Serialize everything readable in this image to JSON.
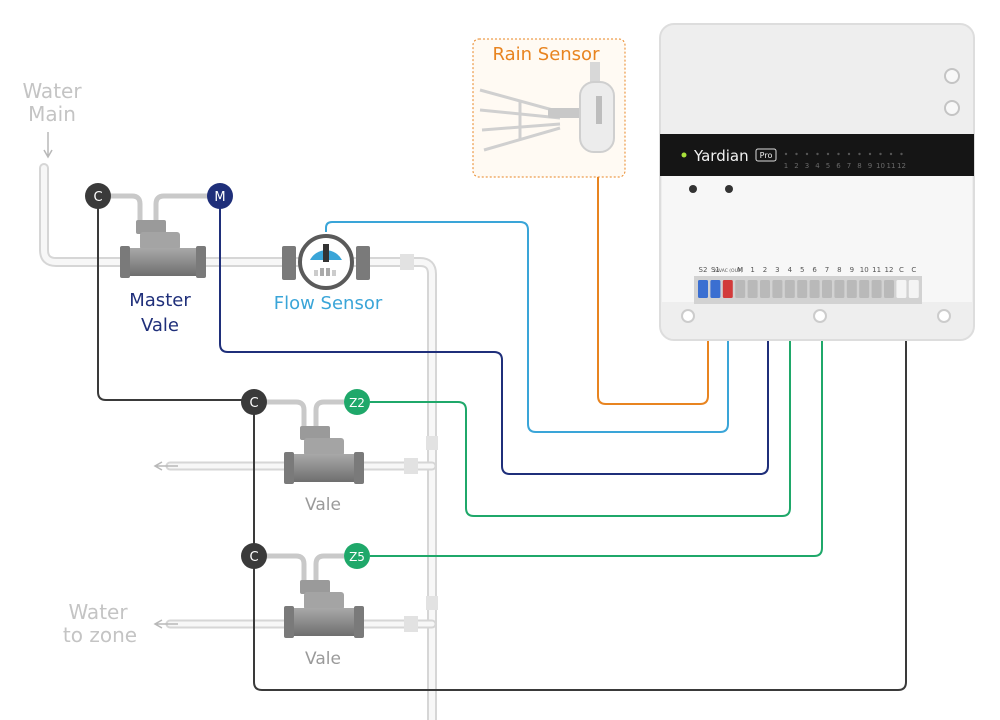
{
  "labels": {
    "water_main": [
      "Water",
      "Main"
    ],
    "water_to_zone": [
      "Water",
      "to zone"
    ],
    "master_valve": [
      "Master",
      "Vale"
    ],
    "flow_sensor": "Flow Sensor",
    "rain_sensor": "Rain Sensor",
    "valve_1": "Vale",
    "valve_2": "Vale"
  },
  "badges": {
    "c_master": "C",
    "m_master": "M",
    "c_zone2": "C",
    "z2": "Z2",
    "c_zone5": "C",
    "z5": "Z5"
  },
  "controller": {
    "brand": "Yardian",
    "model": "Pro",
    "zone_numbers": [
      "1",
      "2",
      "3",
      "4",
      "5",
      "6",
      "7",
      "8",
      "9",
      "10",
      "11",
      "12"
    ],
    "terminal_labels": [
      "S2",
      "S1",
      "24VAC (OUT)",
      "M",
      "1",
      "2",
      "3",
      "4",
      "5",
      "6",
      "7",
      "8",
      "9",
      "10",
      "11",
      "12",
      "C",
      "C"
    ]
  },
  "colors": {
    "common_wire": "#3a3a3a",
    "master_wire": "#1f2f7a",
    "flow_wire": "#3aa5d8",
    "rain_wire": "#e88420",
    "zone_wire": "#1fa86a",
    "pipe": "#dcdcdc",
    "valve_body": "#8a8a8a",
    "badge_dark": "#3a3a3a",
    "badge_master": "#1f2f7a",
    "badge_zone": "#1fa86a"
  }
}
